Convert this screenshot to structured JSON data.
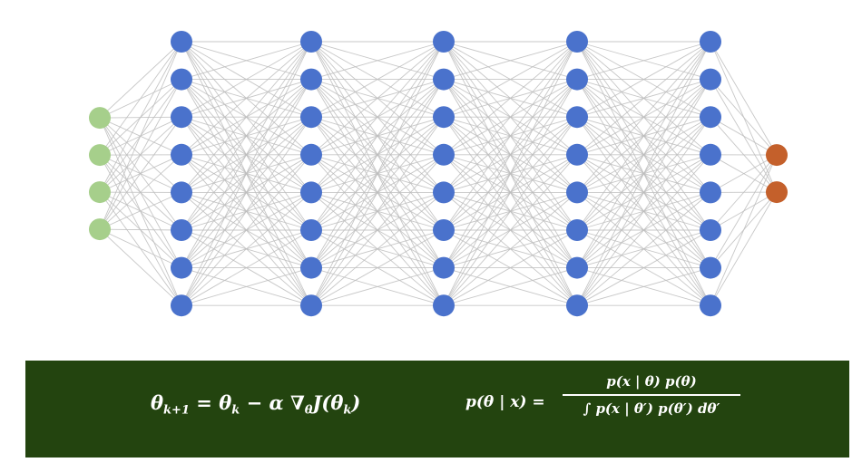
{
  "network": {
    "layers": [
      {
        "name": "input",
        "count": 4,
        "color": "#a6cf8b"
      },
      {
        "name": "hidden-1",
        "count": 8,
        "color": "#4a72cc"
      },
      {
        "name": "hidden-2",
        "count": 8,
        "color": "#4a72cc"
      },
      {
        "name": "hidden-3",
        "count": 8,
        "color": "#4a72cc"
      },
      {
        "name": "hidden-4",
        "count": 8,
        "color": "#4a72cc"
      },
      {
        "name": "hidden-5",
        "count": 8,
        "color": "#4a72cc"
      },
      {
        "name": "output",
        "count": 2,
        "color": "#c4602b"
      }
    ],
    "edge_color": "#bdbdbd"
  },
  "formulas": {
    "band_color": "#23440f",
    "gradient_update": {
      "lhs_theta": "θ",
      "lhs_sub": "k+1",
      "eq": " = ",
      "rhs_theta": "θ",
      "rhs_sub": "k",
      "minus_alpha": " − α  ∇",
      "grad_sub": "θ",
      "j_open": "J(θ",
      "j_sub": "k",
      "j_close": ")"
    },
    "bayes": {
      "lhs": "p(θ | x) =",
      "numerator": "p(x | θ) p(θ)",
      "denominator": "∫ p(x | θ′) p(θ′) dθ′"
    }
  }
}
